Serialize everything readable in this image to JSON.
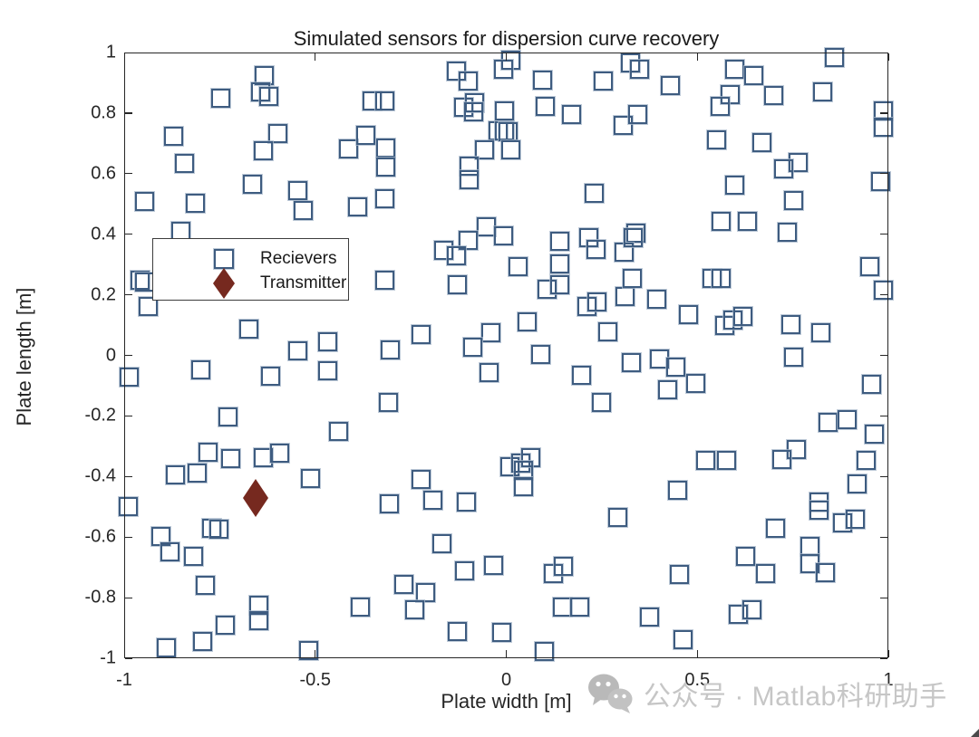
{
  "title": "Simulated sensors for dispersion curve recovery",
  "watermark": {
    "text": "公众号 · Matlab科研助手",
    "icon": "wechat-icon"
  },
  "colors": {
    "receiver_edge": "#3e5c80",
    "receiver_halo": "#a8b8cb",
    "transmitter_fill": "#76291f",
    "axis": "#262626",
    "watermark_gray": "#c6c6c6"
  },
  "chart_data": {
    "type": "scatter",
    "title": "Simulated sensors for dispersion curve recovery",
    "xlabel": "Plate width [m]",
    "ylabel": "Plate length [m]",
    "xlim": [
      -1,
      1
    ],
    "ylim": [
      -1,
      1
    ],
    "grid": false,
    "xticks": [
      -1,
      -0.5,
      0,
      0.5,
      1
    ],
    "yticks": [
      1,
      0.8,
      0.6,
      0.4,
      0.2,
      0,
      -0.2,
      -0.4,
      -0.6,
      -0.8,
      -1
    ],
    "xtick_labels": [
      "-1",
      "-0.5",
      "0",
      "0.5",
      "1"
    ],
    "ytick_labels": [
      "1",
      "0.8",
      "0.6",
      "0.4",
      "0.2",
      "0",
      "-0.2",
      "-0.4",
      "-0.6",
      "-0.8",
      "-1"
    ],
    "legend": {
      "position": "upper-left-inside",
      "entries": [
        {
          "label": "Recievers",
          "marker": "square",
          "color": "#3e5c80",
          "fill": "none"
        },
        {
          "label": "Transmitter",
          "marker": "diamond",
          "color": "#76291f",
          "fill": "#76291f"
        }
      ]
    },
    "series": [
      {
        "name": "Recievers",
        "marker": "square",
        "points": [
          [
            -0.633,
            0.925
          ],
          [
            -0.644,
            0.87
          ],
          [
            -0.621,
            0.855
          ],
          [
            -0.748,
            0.85
          ],
          [
            -0.871,
            0.723
          ],
          [
            -0.599,
            0.731
          ],
          [
            -0.636,
            0.676
          ],
          [
            -0.413,
            0.681
          ],
          [
            -0.367,
            0.725
          ],
          [
            -0.843,
            0.634
          ],
          [
            -0.664,
            0.566
          ],
          [
            -0.545,
            0.543
          ],
          [
            -0.946,
            0.509
          ],
          [
            -0.814,
            0.501
          ],
          [
            -0.531,
            0.479
          ],
          [
            -0.39,
            0.491
          ],
          [
            -0.851,
            0.409
          ],
          [
            -0.351,
            0.84
          ],
          [
            -0.317,
            0.84
          ],
          [
            -0.131,
            0.94
          ],
          [
            -0.1,
            0.907
          ],
          [
            0.013,
            0.976
          ],
          [
            -0.006,
            0.945
          ],
          [
            0.095,
            0.91
          ],
          [
            0.255,
            0.905
          ],
          [
            -0.112,
            0.818
          ],
          [
            -0.083,
            0.835
          ],
          [
            -0.085,
            0.805
          ],
          [
            -0.004,
            0.808
          ],
          [
            0.101,
            0.823
          ],
          [
            0.172,
            0.795
          ],
          [
            0.306,
            0.76
          ],
          [
            -0.021,
            0.741
          ],
          [
            -0.004,
            0.741
          ],
          [
            0.005,
            0.738
          ],
          [
            -0.057,
            0.678
          ],
          [
            0.012,
            0.679
          ],
          [
            -0.097,
            0.626
          ],
          [
            -0.097,
            0.581
          ],
          [
            0.23,
            0.536
          ],
          [
            -0.316,
            0.686
          ],
          [
            -0.316,
            0.621
          ],
          [
            -0.317,
            0.516
          ],
          [
            -0.052,
            0.426
          ],
          [
            -0.099,
            0.381
          ],
          [
            -0.006,
            0.396
          ],
          [
            0.216,
            0.389
          ],
          [
            0.236,
            0.351
          ],
          [
            0.139,
            0.376
          ],
          [
            0.325,
            0.965
          ],
          [
            0.348,
            0.945
          ],
          [
            0.43,
            0.892
          ],
          [
            0.599,
            0.945
          ],
          [
            0.648,
            0.925
          ],
          [
            0.587,
            0.86
          ],
          [
            0.559,
            0.822
          ],
          [
            0.701,
            0.858
          ],
          [
            0.827,
            0.87
          ],
          [
            0.86,
            0.985
          ],
          [
            0.344,
            0.796
          ],
          [
            0.988,
            0.808
          ],
          [
            0.986,
            0.752
          ],
          [
            0.551,
            0.713
          ],
          [
            0.669,
            0.704
          ],
          [
            0.763,
            0.636
          ],
          [
            0.727,
            0.616
          ],
          [
            0.599,
            0.561
          ],
          [
            0.752,
            0.511
          ],
          [
            0.562,
            0.443
          ],
          [
            0.63,
            0.443
          ],
          [
            0.735,
            0.406
          ],
          [
            0.98,
            0.573
          ],
          [
            0.34,
            0.403
          ],
          [
            -0.959,
            0.249
          ],
          [
            -0.946,
            0.243
          ],
          [
            -0.937,
            0.161
          ],
          [
            -0.674,
            0.088
          ],
          [
            -0.545,
            0.015
          ],
          [
            -0.468,
            0.045
          ],
          [
            -0.8,
            -0.047
          ],
          [
            -0.618,
            -0.069
          ],
          [
            -0.468,
            -0.05
          ],
          [
            -0.988,
            -0.072
          ],
          [
            -0.729,
            -0.204
          ],
          [
            -0.438,
            -0.251
          ],
          [
            -0.78,
            -0.321
          ],
          [
            -0.722,
            -0.341
          ],
          [
            -0.164,
            0.347
          ],
          [
            -0.131,
            0.329
          ],
          [
            -0.318,
            0.249
          ],
          [
            -0.127,
            0.233
          ],
          [
            0.03,
            0.292
          ],
          [
            0.139,
            0.302
          ],
          [
            0.107,
            0.218
          ],
          [
            0.141,
            0.233
          ],
          [
            0.212,
            0.161
          ],
          [
            0.238,
            0.175
          ],
          [
            0.31,
            0.195
          ],
          [
            0.33,
            0.254
          ],
          [
            0.055,
            0.111
          ],
          [
            -0.041,
            0.075
          ],
          [
            -0.087,
            0.026
          ],
          [
            -0.222,
            0.068
          ],
          [
            -0.303,
            0.018
          ],
          [
            -0.045,
            -0.057
          ],
          [
            0.089,
            0.003
          ],
          [
            0.265,
            0.078
          ],
          [
            0.196,
            -0.067
          ],
          [
            0.327,
            -0.024
          ],
          [
            0.248,
            -0.154
          ],
          [
            -0.308,
            -0.155
          ],
          [
            0.309,
            0.341
          ],
          [
            0.331,
            0.389
          ],
          [
            0.394,
            0.185
          ],
          [
            0.476,
            0.136
          ],
          [
            0.538,
            0.254
          ],
          [
            0.562,
            0.254
          ],
          [
            0.571,
            0.098
          ],
          [
            0.592,
            0.118
          ],
          [
            0.62,
            0.128
          ],
          [
            0.744,
            0.101
          ],
          [
            0.823,
            0.075
          ],
          [
            0.753,
            -0.005
          ],
          [
            0.951,
            0.292
          ],
          [
            0.986,
            0.215
          ],
          [
            0.4,
            -0.012
          ],
          [
            0.444,
            -0.039
          ],
          [
            0.496,
            -0.092
          ],
          [
            0.422,
            -0.115
          ],
          [
            0.957,
            -0.097
          ],
          [
            0.843,
            -0.222
          ],
          [
            0.893,
            -0.213
          ],
          [
            0.964,
            -0.261
          ],
          [
            0.76,
            -0.311
          ],
          [
            -0.865,
            -0.395
          ],
          [
            -0.808,
            -0.39
          ],
          [
            -0.636,
            -0.338
          ],
          [
            -0.592,
            -0.323
          ],
          [
            -0.513,
            -0.407
          ],
          [
            -0.99,
            -0.5
          ],
          [
            -0.903,
            -0.598
          ],
          [
            -0.88,
            -0.65
          ],
          [
            -0.818,
            -0.663
          ],
          [
            -0.77,
            -0.572
          ],
          [
            -0.751,
            -0.575
          ],
          [
            -0.788,
            -0.759
          ],
          [
            -0.648,
            -0.825
          ],
          [
            -0.648,
            -0.875
          ],
          [
            -0.736,
            -0.892
          ],
          [
            -0.794,
            -0.944
          ],
          [
            -0.889,
            -0.966
          ],
          [
            -0.517,
            -0.974
          ],
          [
            -0.382,
            -0.831
          ],
          [
            -0.224,
            -0.41
          ],
          [
            -0.192,
            -0.478
          ],
          [
            -0.306,
            -0.49
          ],
          [
            -0.105,
            -0.483
          ],
          [
            0.01,
            -0.368
          ],
          [
            0.037,
            -0.355
          ],
          [
            0.063,
            -0.338
          ],
          [
            0.045,
            -0.38
          ],
          [
            0.046,
            -0.434
          ],
          [
            0.293,
            -0.535
          ],
          [
            -0.169,
            -0.623
          ],
          [
            -0.109,
            -0.712
          ],
          [
            -0.034,
            -0.693
          ],
          [
            0.123,
            -0.719
          ],
          [
            0.15,
            -0.697
          ],
          [
            -0.267,
            -0.757
          ],
          [
            -0.21,
            -0.782
          ],
          [
            -0.24,
            -0.839
          ],
          [
            0.147,
            -0.832
          ],
          [
            0.192,
            -0.832
          ],
          [
            -0.129,
            -0.912
          ],
          [
            -0.012,
            -0.916
          ],
          [
            0.099,
            -0.979
          ],
          [
            0.523,
            -0.347
          ],
          [
            0.577,
            -0.347
          ],
          [
            0.722,
            -0.344
          ],
          [
            0.943,
            -0.347
          ],
          [
            0.448,
            -0.445
          ],
          [
            0.918,
            -0.425
          ],
          [
            0.819,
            -0.483
          ],
          [
            0.819,
            -0.51
          ],
          [
            0.88,
            -0.553
          ],
          [
            0.913,
            -0.54
          ],
          [
            0.705,
            -0.572
          ],
          [
            0.794,
            -0.632
          ],
          [
            0.794,
            -0.687
          ],
          [
            0.835,
            -0.718
          ],
          [
            0.626,
            -0.665
          ],
          [
            0.678,
            -0.719
          ],
          [
            0.452,
            -0.722
          ],
          [
            0.607,
            -0.854
          ],
          [
            0.644,
            -0.839
          ],
          [
            0.376,
            -0.864
          ],
          [
            0.462,
            -0.939
          ]
        ]
      },
      {
        "name": "Transmitter",
        "marker": "diamond",
        "points": [
          [
            -0.656,
            -0.472
          ]
        ]
      }
    ]
  }
}
